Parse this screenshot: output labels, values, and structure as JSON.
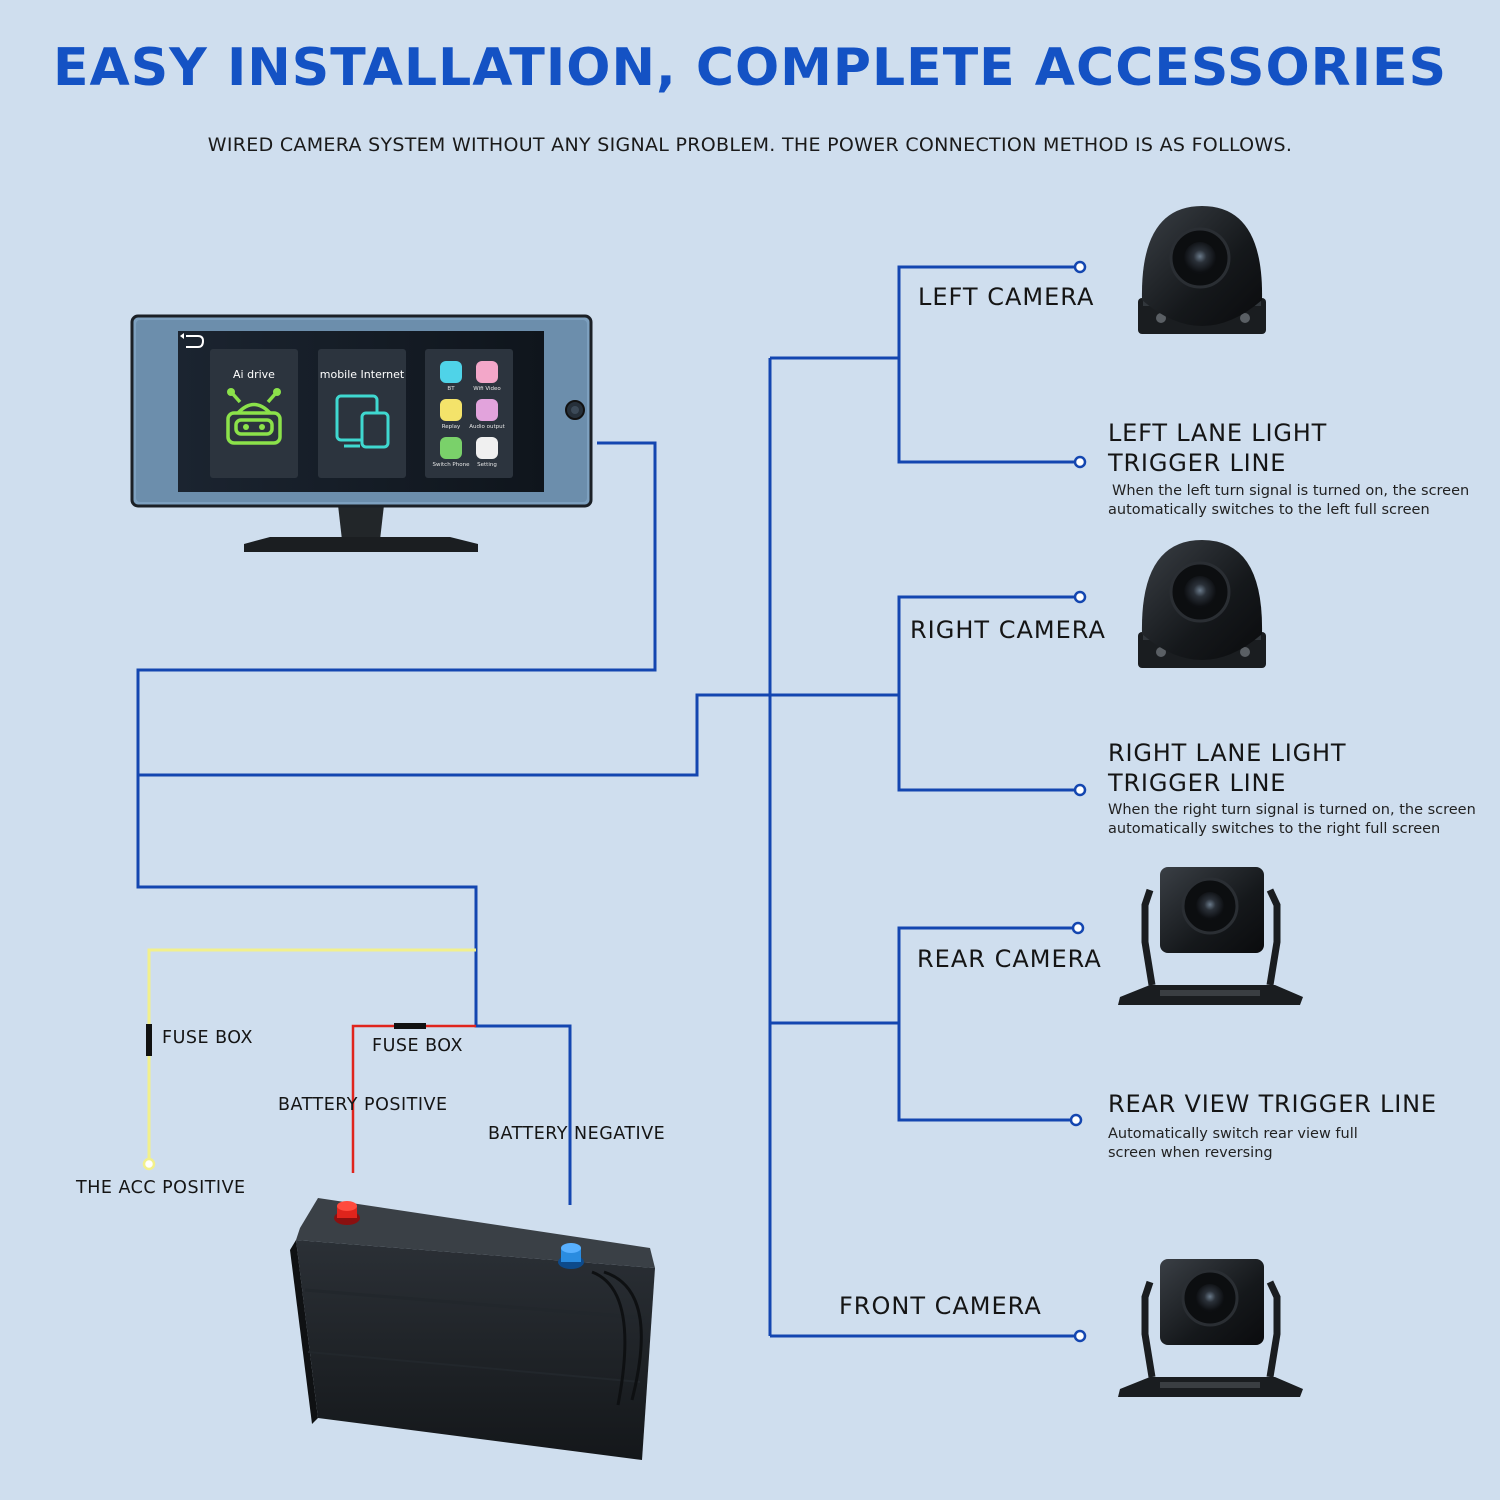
{
  "header": {
    "title": "EASY INSTALLATION, COMPLETE ACCESSORIES",
    "subtitle": "WIRED CAMERA SYSTEM WITHOUT ANY SIGNAL PROBLEM. THE POWER CONNECTION METHOD IS AS FOLLOWS."
  },
  "monitor": {
    "card_ai": "Ai drive",
    "card_mobile": "mobile Internet",
    "apps": [
      "BT",
      "Wifi Video",
      "Replay",
      "Audio output",
      "Switch Phone",
      "Setting"
    ]
  },
  "cameras": {
    "left_camera": "LEFT CAMERA",
    "left_lane_title_1": "LEFT LANE LIGHT",
    "left_lane_title_2": "TRIGGER LINE",
    "left_lane_desc_1": "When the left turn signal is turned on, the screen",
    "left_lane_desc_2": "automatically switches to the left full screen",
    "right_camera": "RIGHT CAMERA",
    "right_lane_title_1": "RIGHT LANE LIGHT",
    "right_lane_title_2": "TRIGGER LINE",
    "right_lane_desc_1": "When the right turn signal is turned on, the screen",
    "right_lane_desc_2": "automatically switches to the right full screen",
    "rear_camera": "REAR CAMERA",
    "rear_trigger_title": "REAR VIEW TRIGGER LINE",
    "rear_trigger_desc_1": "Automatically switch rear view full",
    "rear_trigger_desc_2": "screen when reversing",
    "front_camera": "FRONT CAMERA"
  },
  "power": {
    "fuse_box_acc": "FUSE BOX",
    "fuse_box_battery": "FUSE BOX",
    "battery_positive": "BATTERY POSITIVE",
    "battery_negative": "BATTERY NEGATIVE",
    "acc_positive": "THE ACC POSITIVE"
  },
  "colors": {
    "background": "#cfdeee",
    "title_blue": "#1452c4",
    "wire_blue": "#1446b0",
    "wire_red": "#e0241c",
    "wire_yellow": "#f2f08c"
  }
}
